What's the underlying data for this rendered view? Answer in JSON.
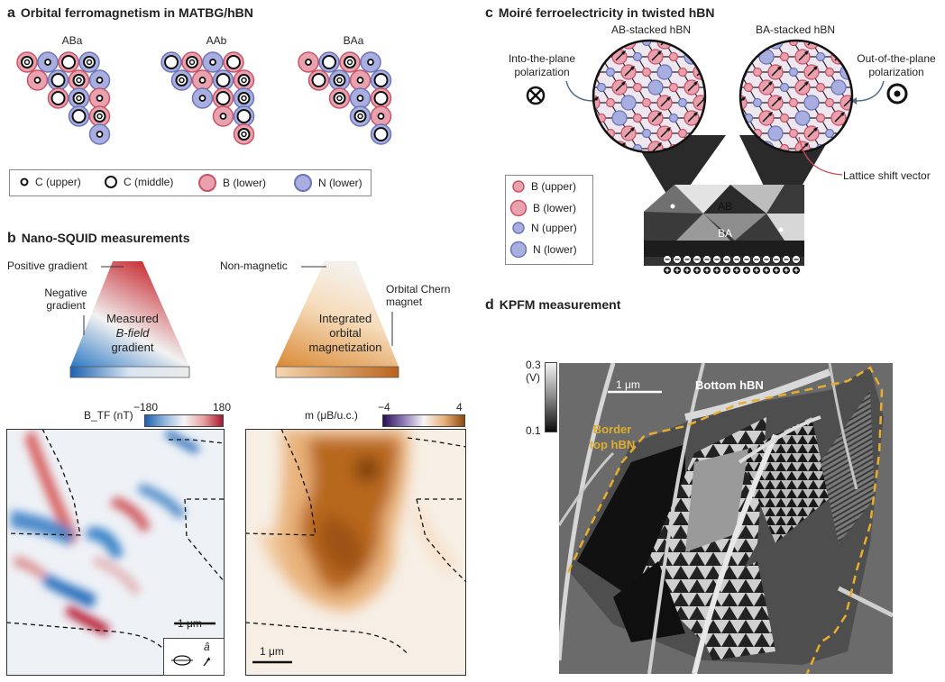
{
  "panel_a": {
    "letter": "a",
    "title": "Orbital ferromagnetism in MATBG/hBN",
    "stackings": [
      "ABa",
      "AAb",
      "BAa"
    ],
    "legend": [
      "C (upper)",
      "C (middle)",
      "B (lower)",
      "N (lower)"
    ],
    "colors": {
      "boron": "#e8a1ad",
      "nitrogen": "#a9aee0",
      "boron_edge": "#c9546a",
      "nitrogen_edge": "#6d74b8"
    }
  },
  "panel_b": {
    "letter": "b",
    "title": "Nano-SQUID measurements",
    "left_pyramid": {
      "top_label": "Positive gradient",
      "side_label": "Negative gradient",
      "center_label_1": "Measured",
      "center_label_2": "B-field",
      "center_label_3": "gradient"
    },
    "right_pyramid": {
      "top_label": "Non-magnetic",
      "side_label": "Orbital Chern magnet",
      "center_label_1": "Integrated",
      "center_label_2": "orbital",
      "center_label_3": "magnetization"
    },
    "map_left": {
      "colorbar_title": "B_TF (nT)",
      "colorbar_min": "−180",
      "colorbar_max": "180",
      "scale_label": "1 μm",
      "inset_axis": "â"
    },
    "map_right": {
      "colorbar_title": "m (μB/u.c.)",
      "colorbar_min": "−4",
      "colorbar_max": "4",
      "scale_label": "1 μm"
    }
  },
  "panel_c": {
    "letter": "c",
    "title": "Moiré ferroelectricity in twisted hBN",
    "ab_label": "AB-stacked hBN",
    "ba_label": "BA-stacked hBN",
    "into_label": "Into-the-plane polarization",
    "out_label": "Out-of-the-plane polarization",
    "shift_label": "Lattice shift vector",
    "legend": [
      "B (upper)",
      "B (lower)",
      "N (upper)",
      "N (lower)"
    ],
    "device_ab": "AB",
    "device_ba": "BA"
  },
  "panel_d": {
    "letter": "d",
    "title": "KPFM measurement",
    "colorbar_max": "0.3",
    "colorbar_unit": "(V)",
    "colorbar_min": "0.1",
    "scale_label": "1 μm",
    "bottom_label": "Bottom hBN",
    "border_label": "Border top hBN"
  }
}
